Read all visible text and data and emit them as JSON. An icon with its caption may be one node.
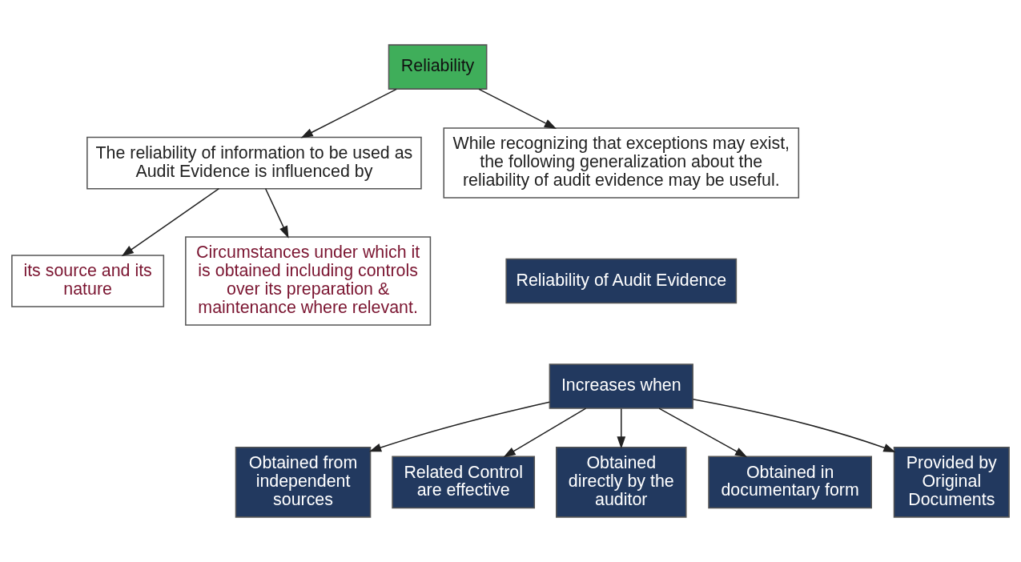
{
  "diagram": {
    "nodes": [
      {
        "text": [
          "Reliability"
        ]
      },
      {
        "text": [
          "The reliability of information to be used as Audit Evidence is influenced by"
        ]
      },
      {
        "text": [
          "While recognizing that exceptions may exist, the following generalization about the reliability of audit evidence may be useful."
        ]
      },
      {
        "text": [
          "its source and its nature"
        ]
      },
      {
        "text": [
          "Circumstances under which it is obtained including controls over its preparation & maintenance where relevant."
        ]
      },
      {
        "text": [
          "Reliability of Audit Evidence"
        ]
      },
      {
        "text": [
          "Increases when"
        ]
      },
      {
        "text": [
          "Obtained from independent sources"
        ]
      },
      {
        "text": [
          "Related Control are effective"
        ]
      },
      {
        "text": [
          "Obtained directly by the auditor"
        ]
      },
      {
        "text": [
          "Obtained in documentary form"
        ]
      },
      {
        "text": [
          "Provided by Original Documents"
        ]
      }
    ],
    "edges": [
      {
        "from": 0,
        "to": 1,
        "arrow": "to"
      },
      {
        "from": 0,
        "to": 2,
        "arrow": "to"
      },
      {
        "from": 1,
        "to": 3,
        "arrow": "to"
      },
      {
        "from": 1,
        "to": 4,
        "arrow": "to"
      },
      {
        "from": 6,
        "to": 7,
        "arrow": "to"
      },
      {
        "from": 6,
        "to": 8,
        "arrow": "to"
      },
      {
        "from": 6,
        "to": 9,
        "arrow": "to"
      },
      {
        "from": 6,
        "to": 10,
        "arrow": "to"
      },
      {
        "from": 6,
        "to": 11,
        "arrow": "to"
      }
    ]
  }
}
